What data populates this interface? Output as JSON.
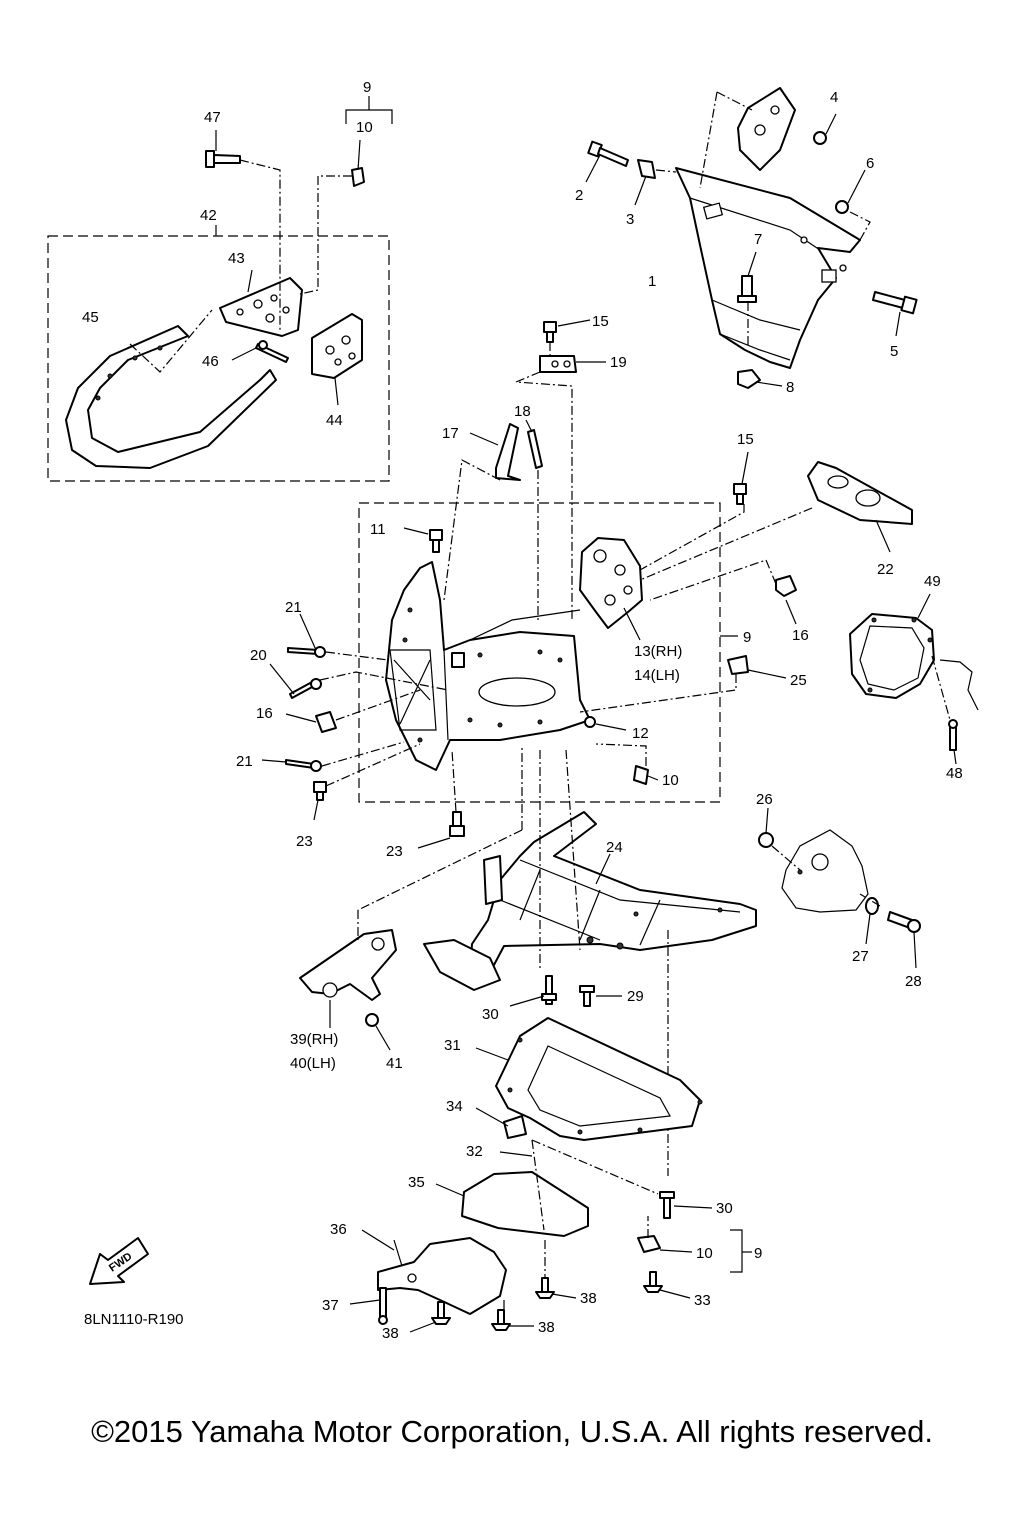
{
  "diagram_code": "8LN1110-R190",
  "fwd_label": "FWD",
  "copyright": "©2015 Yamaha Motor Corporation, U.S.A. All rights reserved.",
  "callouts": {
    "c1": "1",
    "c2": "2",
    "c3": "3",
    "c4": "4",
    "c5": "5",
    "c6": "6",
    "c7": "7",
    "c8": "8",
    "c9a": "9",
    "c10a": "10",
    "c9b": "9",
    "c9c": "9",
    "c10b": "10",
    "c10c": "10",
    "c11": "11",
    "c12": "12",
    "c13": "13(RH)",
    "c14": "14(LH)",
    "c15a": "15",
    "c15b": "15",
    "c16a": "16",
    "c16b": "16",
    "c17": "17",
    "c18": "18",
    "c19": "19",
    "c20": "20",
    "c21a": "21",
    "c21b": "21",
    "c22": "22",
    "c23a": "23",
    "c23b": "23",
    "c24": "24",
    "c25": "25",
    "c26": "26",
    "c27": "27",
    "c28": "28",
    "c29": "29",
    "c30a": "30",
    "c30b": "30",
    "c31": "31",
    "c32": "32",
    "c33": "33",
    "c34": "34",
    "c35": "35",
    "c36": "36",
    "c37": "37",
    "c38a": "38",
    "c38b": "38",
    "c38c": "38",
    "c39": "39(RH)",
    "c40": "40(LH)",
    "c41": "41",
    "c42": "42",
    "c43": "43",
    "c44": "44",
    "c45": "45",
    "c46": "46",
    "c47": "47",
    "c48": "48",
    "c49": "49"
  }
}
